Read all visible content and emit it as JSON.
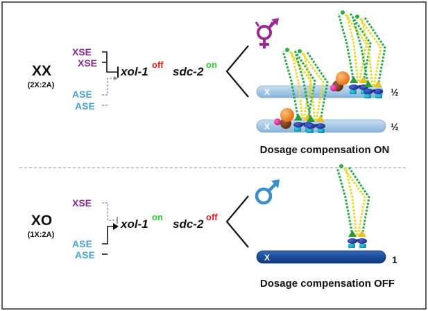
{
  "top": {
    "genotype": "XX",
    "ratio": "(2X:2A)",
    "xse": [
      "XSE",
      "XSE"
    ],
    "ase": [
      "ASE",
      "ASE"
    ],
    "gene1": "xol-1",
    "gene1_state": "off",
    "gene2": "sdc-2",
    "gene2_state": "on",
    "sex_symbol": "⚥",
    "chromosomes": [
      {
        "label": "X",
        "dose": "½"
      },
      {
        "label": "X",
        "dose": "½"
      }
    ],
    "caption": "Dosage compensation ON"
  },
  "bottom": {
    "genotype": "XO",
    "ratio": "(1X:2A)",
    "xse": [
      "XSE"
    ],
    "ase": [
      "ASE",
      "ASE"
    ],
    "gene1": "xol-1",
    "gene1_state": "on",
    "gene2": "sdc-2",
    "gene2_state": "off",
    "sex_symbol": "♂",
    "chromosomes": [
      {
        "label": "X",
        "dose": "1"
      }
    ],
    "caption": "Dosage compensation OFF"
  },
  "colors": {
    "xse": "#8b2a8e",
    "ase": "#4aa3cf",
    "state_red": "#e0211d",
    "state_green": "#2ecc2e",
    "herm_symbol": "#9b2a8f",
    "male_symbol": "#3a8fc8",
    "x_light": "#a9cbe8",
    "x_dark": "#1d4d9a"
  }
}
